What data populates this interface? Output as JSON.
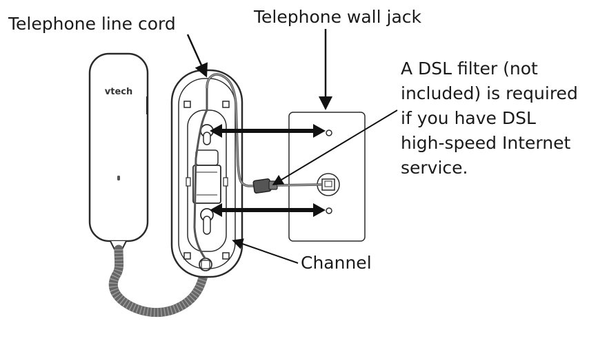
{
  "labels": {
    "line_cord": "Telephone line cord",
    "wall_jack": "Telephone wall jack",
    "channel": "Channel",
    "dsl_note_lines": [
      "A DSL filter (not",
      "included) is required",
      "if you have DSL",
      "high-speed Internet",
      "service."
    ]
  },
  "handset": {
    "brand": "vtech"
  },
  "colors": {
    "outline": "#2a2a2a",
    "cord": "#6e6e6e",
    "arrow": "#111111",
    "background": "#ffffff"
  }
}
